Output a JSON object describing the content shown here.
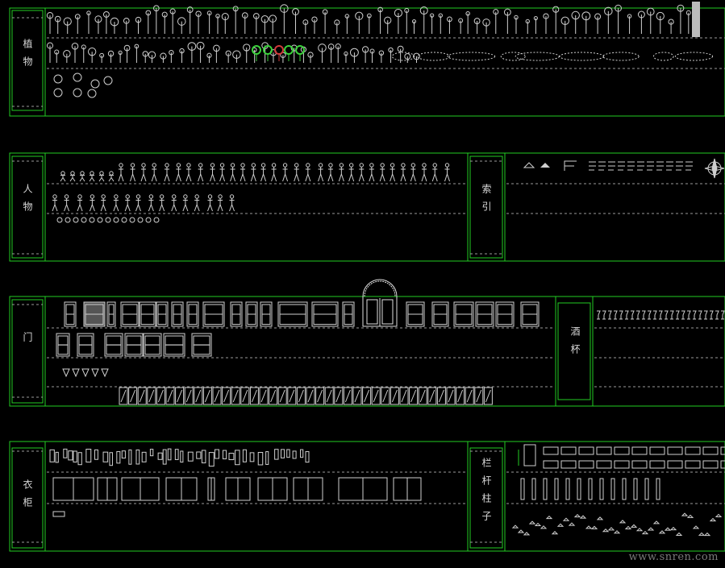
{
  "panels": {
    "plants": {
      "label": "植物"
    },
    "people": {
      "label": "人物"
    },
    "index": {
      "label": "索引"
    },
    "doors": {
      "label": "门"
    },
    "wine": {
      "label": "酒杯"
    },
    "wardrobe": {
      "label": "衣柜"
    },
    "railing": {
      "label": "栏杆柱子"
    }
  },
  "watermark": "www.snren.com",
  "colors": {
    "frame": "#22cc22",
    "dashed": "#9a9a9a",
    "symbol": "#cfcfcf",
    "background": "#000000",
    "tree_green": "#3bd23b",
    "tree_red": "#d23b3b"
  }
}
